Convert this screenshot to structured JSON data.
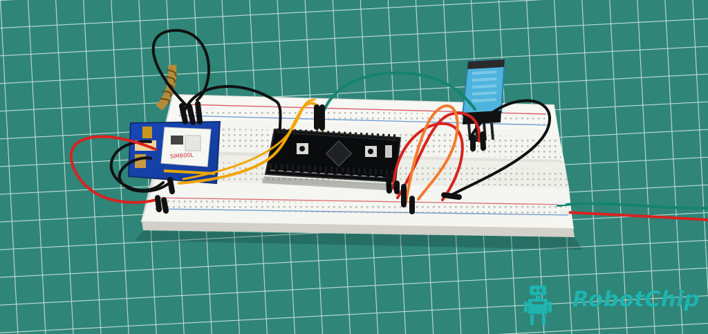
{
  "image": {
    "kind": "photo",
    "subject": "breadboard-electronics"
  },
  "watermark": {
    "text": "RobotChip",
    "logo": "robot-logo-icon"
  },
  "colors": {
    "mat": "#2f8578",
    "grid": "#d8eee8",
    "breadboard": "#f1f1ee",
    "wire_black": "#111111",
    "wire_red": "#d8231f",
    "wire_orange": "#f27a2b",
    "wire_yellow": "#f1a600",
    "wire_green": "#15846f",
    "watermark": "#1fb4b0"
  }
}
